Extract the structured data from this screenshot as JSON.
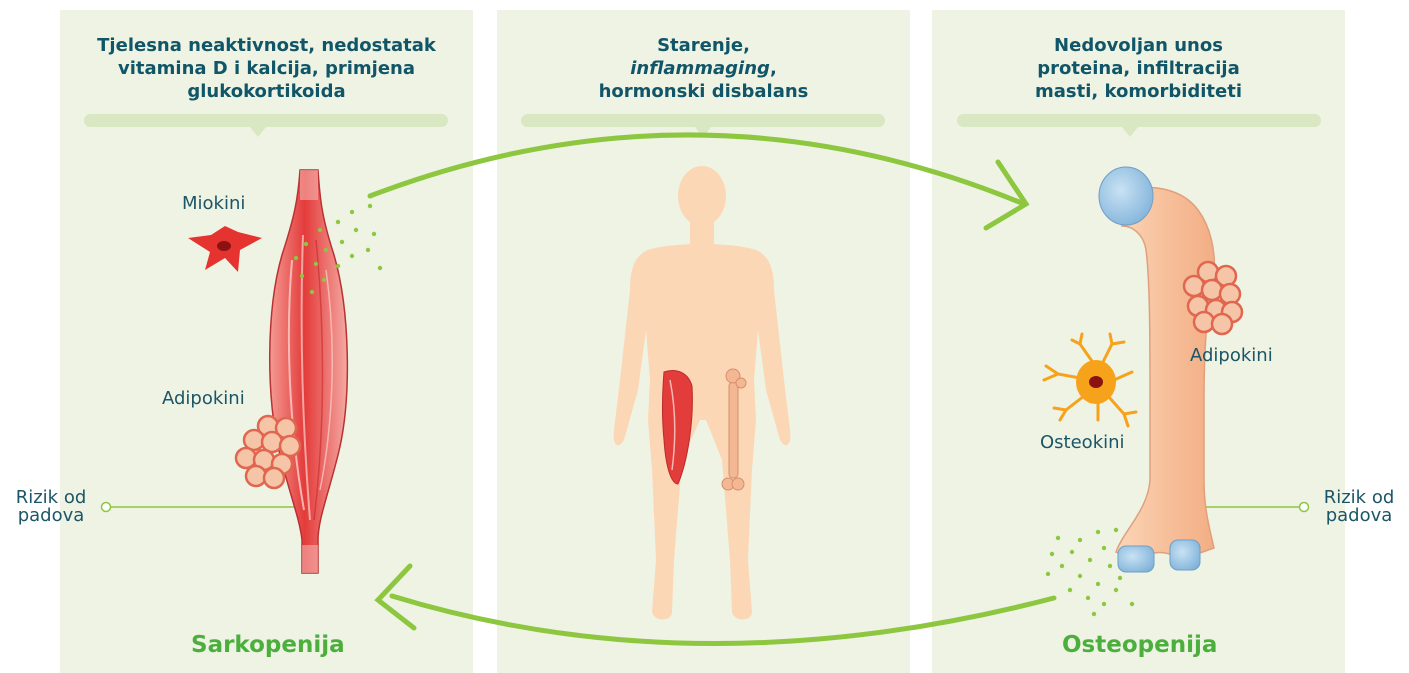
{
  "panels": {
    "left": {
      "heading_lines": [
        "Tjelesna neaktivnost, nedostatak",
        "vitamina D i kalcija, primjena",
        "glukokortikoida"
      ],
      "outcome": "Sarkopenija"
    },
    "middle": {
      "heading_line1": "Starenje,",
      "heading_italic": "inflammaging",
      "heading_comma": ",",
      "heading_line3": "hormonski disbalans"
    },
    "right": {
      "heading_lines": [
        "Nedovoljan unos",
        "proteina, infiltracija",
        "masti, komorbiditeti"
      ],
      "outcome": "Osteopenija"
    }
  },
  "labels": {
    "miokini": "Miokini",
    "adipokini_left": "Adipokini",
    "adipokini_right": "Adipokini",
    "osteokini": "Osteokini",
    "risk_left": [
      "Rizik od",
      "padova"
    ],
    "risk_right": [
      "Rizik od",
      "padova"
    ]
  },
  "colors": {
    "panel_bg": "#eef3e4",
    "heading": "#115668",
    "label": "#1b5667",
    "outcome": "#4caf3d",
    "arrow": "#8dc63f",
    "muscle": "#e8413f",
    "fat": "#f6c5a8",
    "bone": "#f8c6a3",
    "cartilage": "#8fc1e3",
    "body": "#fcd7b6",
    "osteocyte": "#f7a21b"
  },
  "icons": [
    "muscle-icon",
    "myokine-cell-icon",
    "fat-cells-icon",
    "bone-icon",
    "osteocyte-icon",
    "human-body-icon"
  ]
}
